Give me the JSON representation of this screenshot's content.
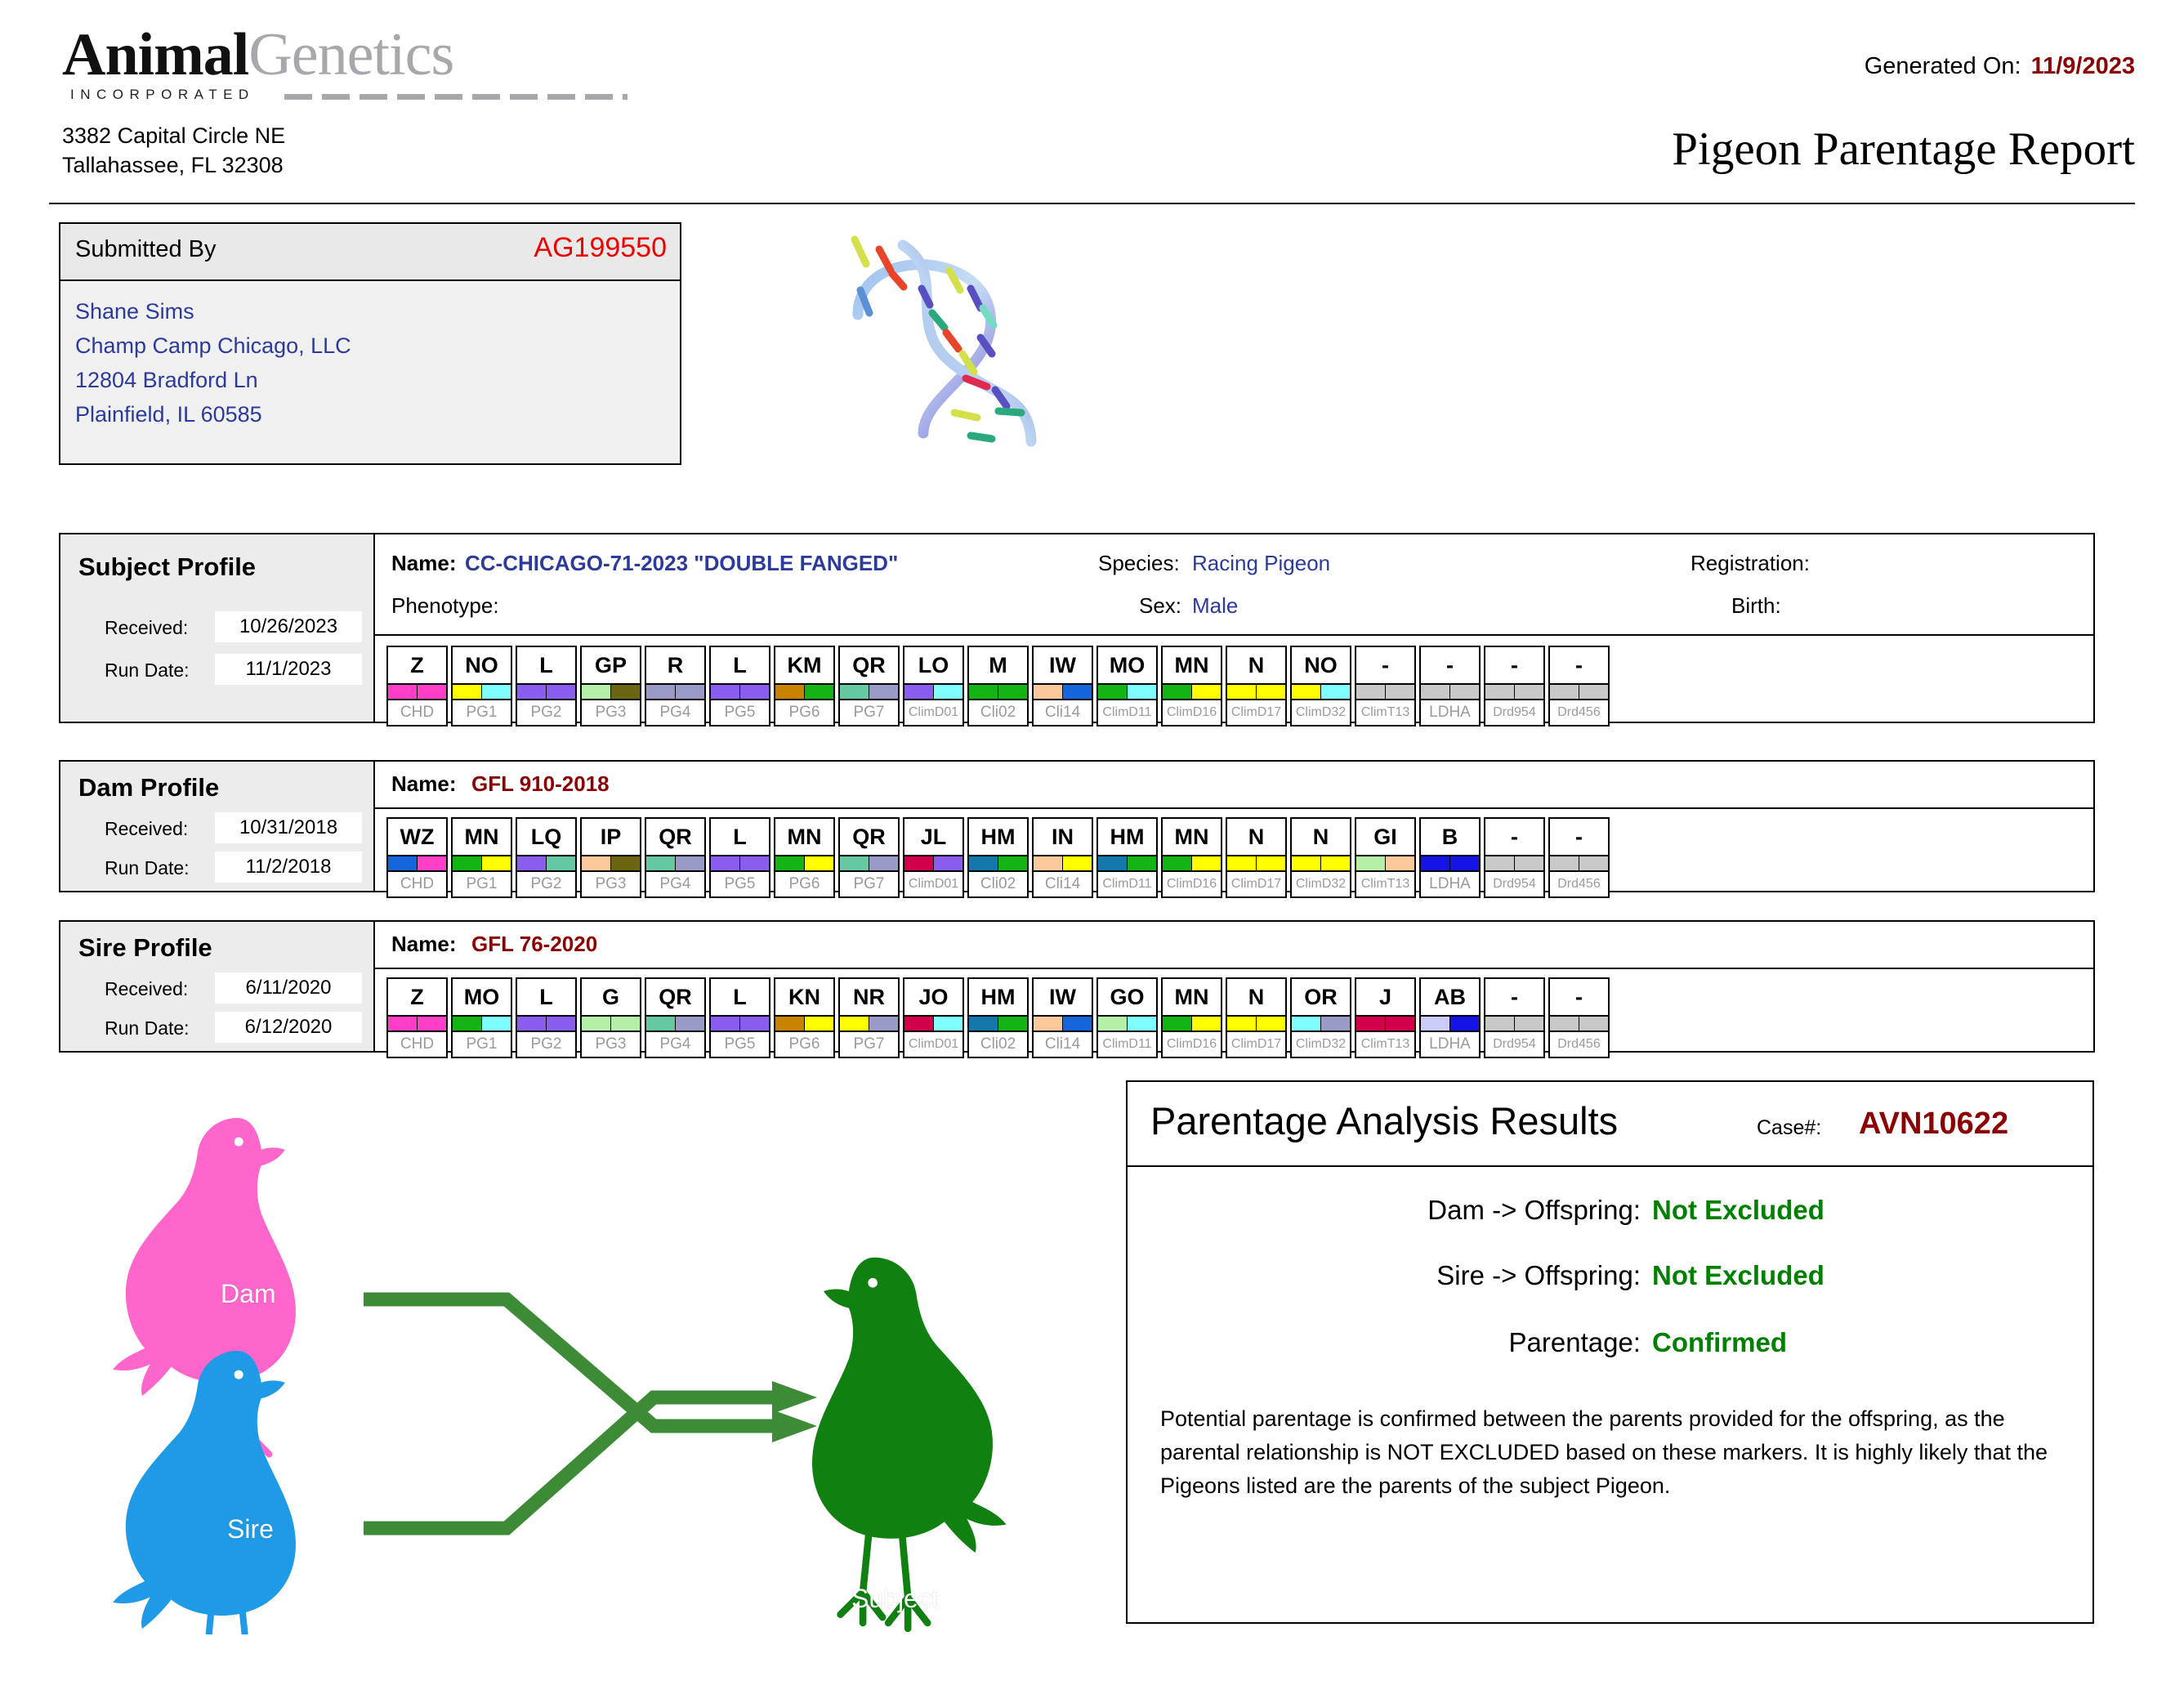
{
  "header": {
    "logo_animal": "Animal",
    "logo_genetics": "Genetics",
    "logo_incorporated": "INCORPORATED",
    "address_line1": "3382 Capital Circle NE",
    "address_line2": "Tallahassee, FL 32308",
    "generated_on_label": "Generated On:",
    "generated_on_value": "11/9/2023",
    "report_title": "Pigeon Parentage Report"
  },
  "submitted": {
    "title": "Submitted By",
    "account_code": "AG199550",
    "lines": [
      "Shane Sims",
      "Champ Camp Chicago, LLC",
      "12804 Bradford Ln",
      "Plainfield,  IL 60585"
    ]
  },
  "subject": {
    "title": "Subject Profile",
    "received_label": "Received:",
    "received_value": "10/26/2023",
    "run_date_label": "Run Date:",
    "run_date_value": "11/1/2023",
    "name_label": "Name:",
    "name_value": "CC-CHICAGO-71-2023 \"DOUBLE FANGED\"",
    "species_label": "Species:",
    "species_value": "Racing Pigeon",
    "registration_label": "Registration:",
    "registration_value": "",
    "phenotype_label": "Phenotype:",
    "phenotype_value": "",
    "sex_label": "Sex:",
    "sex_value": "Male",
    "birth_label": "Birth:",
    "birth_value": "",
    "markers": [
      {
        "locus": "CHD",
        "allele": "Z",
        "colors": [
          "#ff3ec8",
          "#ff3ec8"
        ]
      },
      {
        "locus": "PG1",
        "allele": "NO",
        "colors": [
          "#ffff00",
          "#7fffff"
        ]
      },
      {
        "locus": "PG2",
        "allele": "L",
        "colors": [
          "#8a5cf0",
          "#8a5cf0"
        ]
      },
      {
        "locus": "PG3",
        "allele": "GP",
        "colors": [
          "#b4f0a8",
          "#6b6410"
        ]
      },
      {
        "locus": "PG4",
        "allele": "R",
        "colors": [
          "#9a9ac8",
          "#9a9ac8"
        ]
      },
      {
        "locus": "PG5",
        "allele": "L",
        "colors": [
          "#8a5cf0",
          "#8a5cf0"
        ]
      },
      {
        "locus": "PG6",
        "allele": "KM",
        "colors": [
          "#c88400",
          "#14b414"
        ]
      },
      {
        "locus": "PG7",
        "allele": "QR",
        "colors": [
          "#64c8a0",
          "#9a9ac8"
        ]
      },
      {
        "locus": "ClimD01",
        "allele": "LO",
        "colors": [
          "#8a5cf0",
          "#7fffff"
        ]
      },
      {
        "locus": "Cli02",
        "allele": "M",
        "colors": [
          "#14b414",
          "#14b414"
        ]
      },
      {
        "locus": "Cli14",
        "allele": "IW",
        "colors": [
          "#fac89a",
          "#1464dc"
        ]
      },
      {
        "locus": "ClimD11",
        "allele": "MO",
        "colors": [
          "#14b414",
          "#7fffff"
        ]
      },
      {
        "locus": "ClimD16",
        "allele": "MN",
        "colors": [
          "#14b414",
          "#ffff00"
        ]
      },
      {
        "locus": "ClimD17",
        "allele": "N",
        "colors": [
          "#ffff00",
          "#ffff00"
        ]
      },
      {
        "locus": "ClimD32",
        "allele": "NO",
        "colors": [
          "#ffff00",
          "#7fffff"
        ]
      },
      {
        "locus": "ClimT13",
        "allele": "-",
        "colors": [
          "#c8c8c8",
          "#c8c8c8"
        ]
      },
      {
        "locus": "LDHA",
        "allele": "-",
        "colors": [
          "#c8c8c8",
          "#c8c8c8"
        ]
      },
      {
        "locus": "Drd954",
        "allele": "-",
        "colors": [
          "#c8c8c8",
          "#c8c8c8"
        ]
      },
      {
        "locus": "Drd456",
        "allele": "-",
        "colors": [
          "#c8c8c8",
          "#c8c8c8"
        ]
      }
    ]
  },
  "dam": {
    "title": "Dam Profile",
    "received_label": "Received:",
    "received_value": "10/31/2018",
    "run_date_label": "Run Date:",
    "run_date_value": "11/2/2018",
    "name_label": "Name:",
    "name_value": "GFL 910-2018",
    "markers": [
      {
        "locus": "CHD",
        "allele": "WZ",
        "colors": [
          "#1464dc",
          "#ff3ec8"
        ]
      },
      {
        "locus": "PG1",
        "allele": "MN",
        "colors": [
          "#14b414",
          "#ffff00"
        ]
      },
      {
        "locus": "PG2",
        "allele": "LQ",
        "colors": [
          "#8a5cf0",
          "#64c8a0"
        ]
      },
      {
        "locus": "PG3",
        "allele": "IP",
        "colors": [
          "#fac89a",
          "#6b6410"
        ]
      },
      {
        "locus": "PG4",
        "allele": "QR",
        "colors": [
          "#64c8a0",
          "#9a9ac8"
        ]
      },
      {
        "locus": "PG5",
        "allele": "L",
        "colors": [
          "#8a5cf0",
          "#8a5cf0"
        ]
      },
      {
        "locus": "PG6",
        "allele": "MN",
        "colors": [
          "#14b414",
          "#ffff00"
        ]
      },
      {
        "locus": "PG7",
        "allele": "QR",
        "colors": [
          "#64c8a0",
          "#9a9ac8"
        ]
      },
      {
        "locus": "ClimD01",
        "allele": "JL",
        "colors": [
          "#d2004b",
          "#8a5cf0"
        ]
      },
      {
        "locus": "Cli02",
        "allele": "HM",
        "colors": [
          "#1478aa",
          "#14b414"
        ]
      },
      {
        "locus": "Cli14",
        "allele": "IN",
        "colors": [
          "#fac89a",
          "#ffff00"
        ]
      },
      {
        "locus": "ClimD11",
        "allele": "HM",
        "colors": [
          "#1478aa",
          "#14b414"
        ]
      },
      {
        "locus": "ClimD16",
        "allele": "MN",
        "colors": [
          "#14b414",
          "#ffff00"
        ]
      },
      {
        "locus": "ClimD17",
        "allele": "N",
        "colors": [
          "#ffff00",
          "#ffff00"
        ]
      },
      {
        "locus": "ClimD32",
        "allele": "N",
        "colors": [
          "#ffff00",
          "#ffff00"
        ]
      },
      {
        "locus": "ClimT13",
        "allele": "GI",
        "colors": [
          "#b4f0a8",
          "#fac89a"
        ]
      },
      {
        "locus": "LDHA",
        "allele": "B",
        "colors": [
          "#1414e6",
          "#1414e6"
        ]
      },
      {
        "locus": "Drd954",
        "allele": "-",
        "colors": [
          "#c8c8c8",
          "#c8c8c8"
        ]
      },
      {
        "locus": "Drd456",
        "allele": "-",
        "colors": [
          "#c8c8c8",
          "#c8c8c8"
        ]
      }
    ]
  },
  "sire": {
    "title": "Sire Profile",
    "received_label": "Received:",
    "received_value": "6/11/2020",
    "run_date_label": "Run Date:",
    "run_date_value": "6/12/2020",
    "name_label": "Name:",
    "name_value": "GFL 76-2020",
    "markers": [
      {
        "locus": "CHD",
        "allele": "Z",
        "colors": [
          "#ff3ec8",
          "#ff3ec8"
        ]
      },
      {
        "locus": "PG1",
        "allele": "MO",
        "colors": [
          "#14b414",
          "#7fffff"
        ]
      },
      {
        "locus": "PG2",
        "allele": "L",
        "colors": [
          "#8a5cf0",
          "#8a5cf0"
        ]
      },
      {
        "locus": "PG3",
        "allele": "G",
        "colors": [
          "#b4f0a8",
          "#b4f0a8"
        ]
      },
      {
        "locus": "PG4",
        "allele": "QR",
        "colors": [
          "#64c8a0",
          "#9a9ac8"
        ]
      },
      {
        "locus": "PG5",
        "allele": "L",
        "colors": [
          "#8a5cf0",
          "#8a5cf0"
        ]
      },
      {
        "locus": "PG6",
        "allele": "KN",
        "colors": [
          "#c88400",
          "#ffff00"
        ]
      },
      {
        "locus": "PG7",
        "allele": "NR",
        "colors": [
          "#ffff00",
          "#9a9ac8"
        ]
      },
      {
        "locus": "ClimD01",
        "allele": "JO",
        "colors": [
          "#d2004b",
          "#7fffff"
        ]
      },
      {
        "locus": "Cli02",
        "allele": "HM",
        "colors": [
          "#1478aa",
          "#14b414"
        ]
      },
      {
        "locus": "Cli14",
        "allele": "IW",
        "colors": [
          "#fac89a",
          "#1464dc"
        ]
      },
      {
        "locus": "ClimD11",
        "allele": "GO",
        "colors": [
          "#b4f0a8",
          "#7fffff"
        ]
      },
      {
        "locus": "ClimD16",
        "allele": "MN",
        "colors": [
          "#14b414",
          "#ffff00"
        ]
      },
      {
        "locus": "ClimD17",
        "allele": "N",
        "colors": [
          "#ffff00",
          "#ffff00"
        ]
      },
      {
        "locus": "ClimD32",
        "allele": "OR",
        "colors": [
          "#7fffff",
          "#9a9ac8"
        ]
      },
      {
        "locus": "ClimT13",
        "allele": "J",
        "colors": [
          "#d2004b",
          "#d2004b"
        ]
      },
      {
        "locus": "LDHA",
        "allele": "AB",
        "colors": [
          "#ccccfa",
          "#1414e6"
        ]
      },
      {
        "locus": "Drd954",
        "allele": "-",
        "colors": [
          "#c8c8c8",
          "#c8c8c8"
        ]
      },
      {
        "locus": "Drd456",
        "allele": "-",
        "colors": [
          "#c8c8c8",
          "#c8c8c8"
        ]
      }
    ]
  },
  "pedigree": {
    "dam_label": "Dam",
    "sire_label": "Sire",
    "subject_label": "Subject",
    "dam_color": "#ff66cc",
    "sire_color": "#1e9ae6",
    "subject_color": "#108010",
    "arrow_color": "#3d8b37"
  },
  "results": {
    "title": "Parentage Analysis Results",
    "case_label": "Case#:",
    "case_value": "AVN10622",
    "rows": [
      {
        "label": "Dam -> Offspring:",
        "value": "Not Excluded"
      },
      {
        "label": "Sire -> Offspring:",
        "value": "Not Excluded"
      },
      {
        "label": "Parentage:",
        "value": "Confirmed"
      }
    ],
    "note": "Potential parentage is confirmed between the parents provided for the offspring, as the parental relationship is NOT EXCLUDED based on these markers.  It is highly likely that the Pigeons listed are the parents of the subject Pigeon.",
    "positive_color": "#008000",
    "case_color": "#8b0000"
  }
}
